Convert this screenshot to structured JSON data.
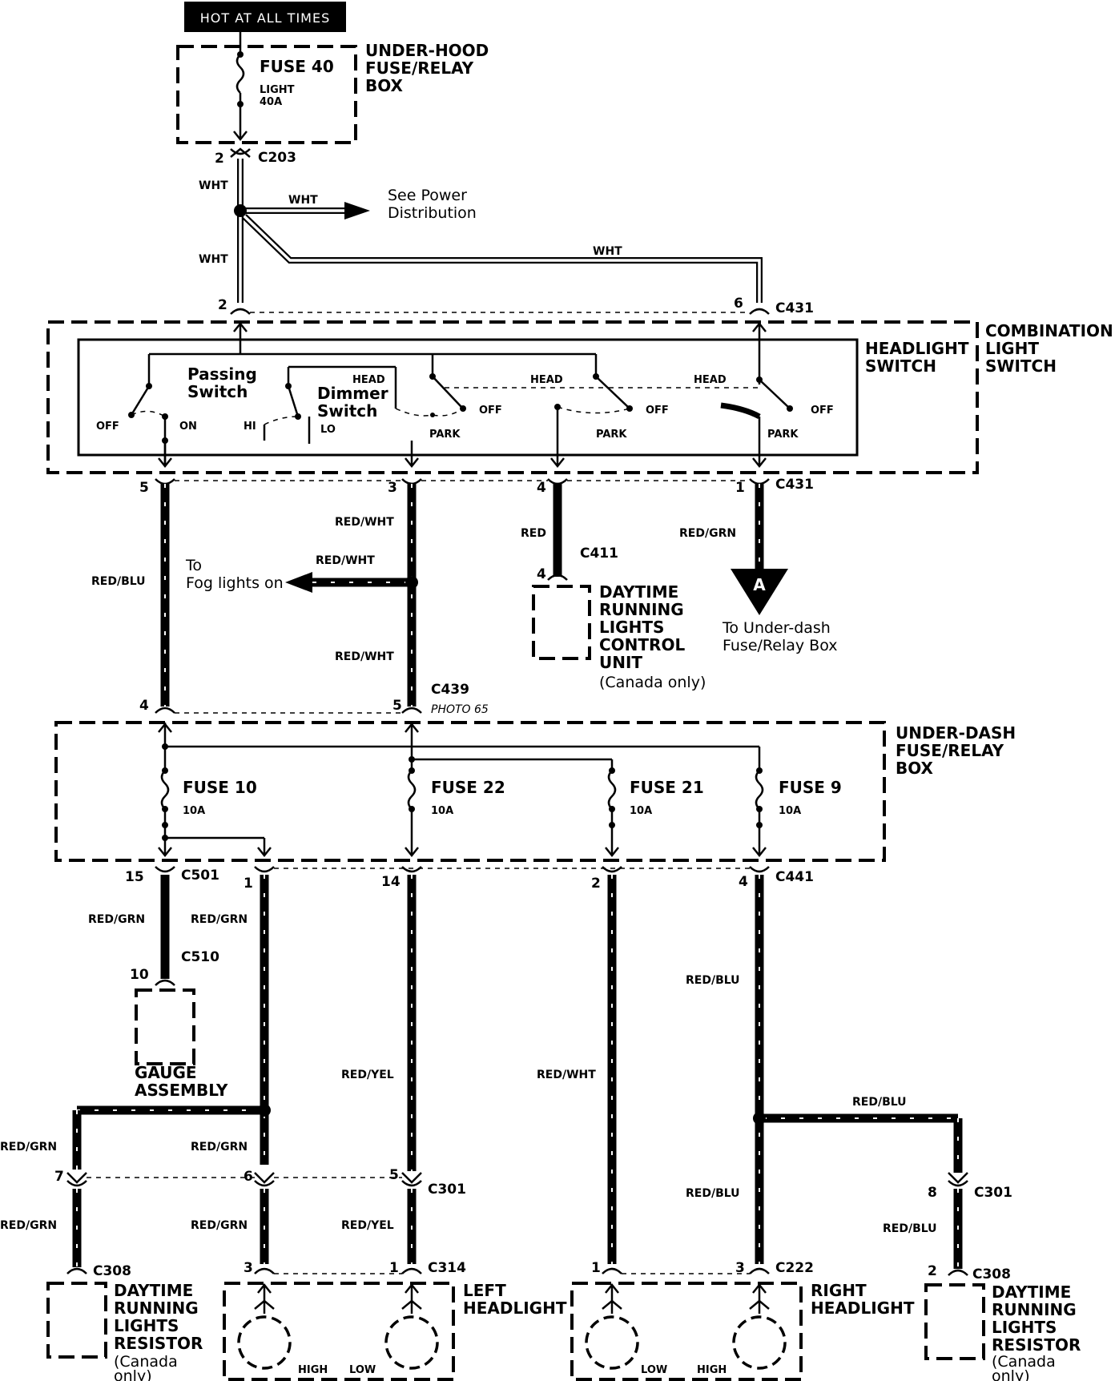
{
  "header": {
    "hot_label": "HOT AT ALL TIMES"
  },
  "underhood": {
    "title": [
      "UNDER-HOOD",
      "FUSE/RELAY",
      "BOX"
    ],
    "fuse": "FUSE 40",
    "fuse_sub": "LIGHT",
    "fuse_amp": "40A"
  },
  "power_dist": {
    "text": [
      "See Power",
      "Distribution"
    ]
  },
  "combo": {
    "title": [
      "COMBINATION",
      "LIGHT",
      "SWITCH"
    ],
    "headlight_switch": [
      "HEADLIGHT",
      "SWITCH"
    ],
    "passing": [
      "Passing",
      "Switch"
    ],
    "dimmer": [
      "Dimmer",
      "Switch"
    ],
    "labels": {
      "off": "OFF",
      "on": "ON",
      "hi": "HI",
      "lo": "LO",
      "head": "HEAD",
      "park": "PARK"
    }
  },
  "connectors": {
    "c203": "C203",
    "c431": "C431",
    "c411": "C411",
    "c439": "C439",
    "photo": "PHOTO 65",
    "c501": "C501",
    "c441": "C441",
    "c510": "C510",
    "c301": "C301",
    "c314": "C314",
    "c222": "C222",
    "c308": "C308"
  },
  "pins": {
    "p2_c203": "2",
    "p2_c431": "2",
    "p6_c431": "6",
    "p5": "5",
    "p3": "3",
    "p4": "4",
    "p1": "1",
    "p4_c411": "4",
    "p4_c439": "4",
    "p5_c439": "5",
    "p15": "15",
    "p1_c501": "1",
    "p14": "14",
    "p2_c441": "2",
    "p4_c441": "4",
    "p10": "10",
    "p7": "7",
    "p6": "6",
    "p5_c301": "5",
    "p8": "8",
    "p3_c314": "3",
    "p1_c314": "1",
    "p1_c222": "1",
    "p3_c222": "3",
    "p2_c308": "2"
  },
  "wires": {
    "wht": "WHT",
    "red_blu": "RED/BLU",
    "red_wht": "RED/WHT",
    "red": "RED",
    "red_grn": "RED/GRN",
    "red_yel": "RED/YEL"
  },
  "fog": {
    "text": [
      "To",
      "Fog lights on"
    ]
  },
  "drl_unit": {
    "title": [
      "DAYTIME",
      "RUNNING",
      "LIGHTS",
      "CONTROL",
      "UNIT"
    ],
    "note": "(Canada only)"
  },
  "arrow_a": {
    "letter": "A",
    "text": [
      "To Under-dash",
      "Fuse/Relay Box"
    ]
  },
  "underdash": {
    "title": [
      "UNDER-DASH",
      "FUSE/RELAY",
      "BOX"
    ],
    "fuses": [
      {
        "name": "FUSE 10",
        "amp": "10A"
      },
      {
        "name": "FUSE 22",
        "amp": "10A"
      },
      {
        "name": "FUSE 21",
        "amp": "10A"
      },
      {
        "name": "FUSE 9",
        "amp": "10A"
      }
    ]
  },
  "gauge": {
    "title": [
      "GAUGE",
      "ASSEMBLY"
    ]
  },
  "resistor": {
    "title": [
      "DAYTIME",
      "RUNNING",
      "LIGHTS",
      "RESISTOR"
    ],
    "note": [
      "(Canada",
      "only)"
    ]
  },
  "left_headlight": {
    "title": [
      "LEFT",
      "HEADLIGHT"
    ],
    "high": "HIGH",
    "low": "LOW"
  },
  "right_headlight": {
    "title": [
      "RIGHT",
      "HEADLIGHT"
    ],
    "low": "LOW",
    "high": "HIGH"
  }
}
